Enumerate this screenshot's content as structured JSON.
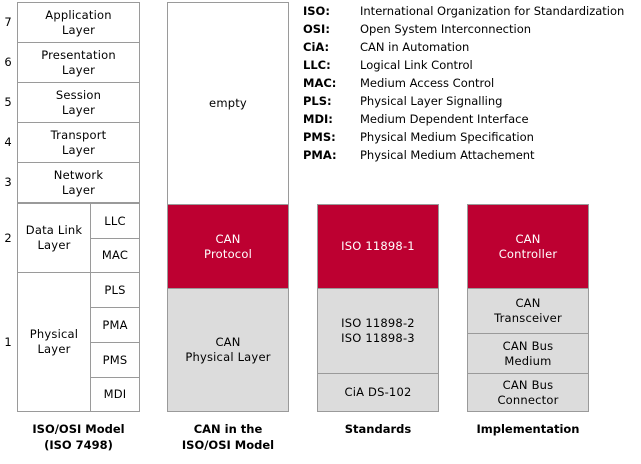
{
  "legend": {
    "items": [
      {
        "abbr": "ISO:",
        "text": "International Organization for Standardization"
      },
      {
        "abbr": "OSI:",
        "text": "Open System Interconnection"
      },
      {
        "abbr": "CiA:",
        "text": "CAN in Automation"
      },
      {
        "abbr": "LLC:",
        "text": "Logical Link Control"
      },
      {
        "abbr": "MAC:",
        "text": "Medium Access Control"
      },
      {
        "abbr": "PLS:",
        "text": "Physical Layer Signalling"
      },
      {
        "abbr": "MDI:",
        "text": "Medium Dependent Interface"
      },
      {
        "abbr": "PMS:",
        "text": "Physical Medium Specification"
      },
      {
        "abbr": "PMA:",
        "text": "Physical Medium Attachement"
      }
    ]
  },
  "columns": {
    "osi": {
      "caption": "ISO/OSI Model\n(ISO 7498)",
      "layer_numbers": [
        "7",
        "6",
        "5",
        "4",
        "3",
        "2",
        "1"
      ],
      "layers": [
        {
          "name": "Application Layer",
          "label": "Application\nLayer"
        },
        {
          "name": "Presentation Layer",
          "label": "Presentation\nLayer"
        },
        {
          "name": "Session Layer",
          "label": "Session\nLayer"
        },
        {
          "name": "Transport Layer",
          "label": "Transport\nLayer"
        },
        {
          "name": "Network Layer",
          "label": "Network\nLayer"
        },
        {
          "name": "Data Link Layer",
          "label": "Data Link\nLayer"
        },
        {
          "name": "Physical Layer",
          "label": "Physical\nLayer"
        }
      ],
      "sublayers": [
        {
          "label": "LLC"
        },
        {
          "label": "MAC"
        },
        {
          "label": "PLS"
        },
        {
          "label": "PMA"
        },
        {
          "label": "PMS"
        },
        {
          "label": "MDI"
        }
      ]
    },
    "can_osi": {
      "caption": "CAN in the\nISO/OSI Model",
      "blocks": [
        {
          "label": "empty",
          "fill": "white"
        },
        {
          "label": "CAN\nProtocol",
          "fill": "red"
        },
        {
          "label": "CAN\nPhysical Layer",
          "fill": "gray"
        }
      ]
    },
    "standards": {
      "caption": "Standards",
      "blocks": [
        {
          "label": "ISO 11898-1",
          "fill": "red"
        },
        {
          "label": "ISO 11898-2\nISO 11898-3",
          "fill": "gray"
        },
        {
          "label": "CiA DS-102",
          "fill": "gray"
        }
      ]
    },
    "implementation": {
      "caption": "Implementation",
      "blocks": [
        {
          "label": "CAN\nController",
          "fill": "red"
        },
        {
          "label": "CAN\nTransceiver",
          "fill": "gray"
        },
        {
          "label": "CAN Bus\nMedium",
          "fill": "gray"
        },
        {
          "label": "CAN Bus\nConnector",
          "fill": "gray"
        }
      ]
    }
  },
  "colors": {
    "accent_red": "#bd0031",
    "fill_gray": "#dcdcdc",
    "border": "#9a9a9a",
    "background": "#ffffff"
  }
}
